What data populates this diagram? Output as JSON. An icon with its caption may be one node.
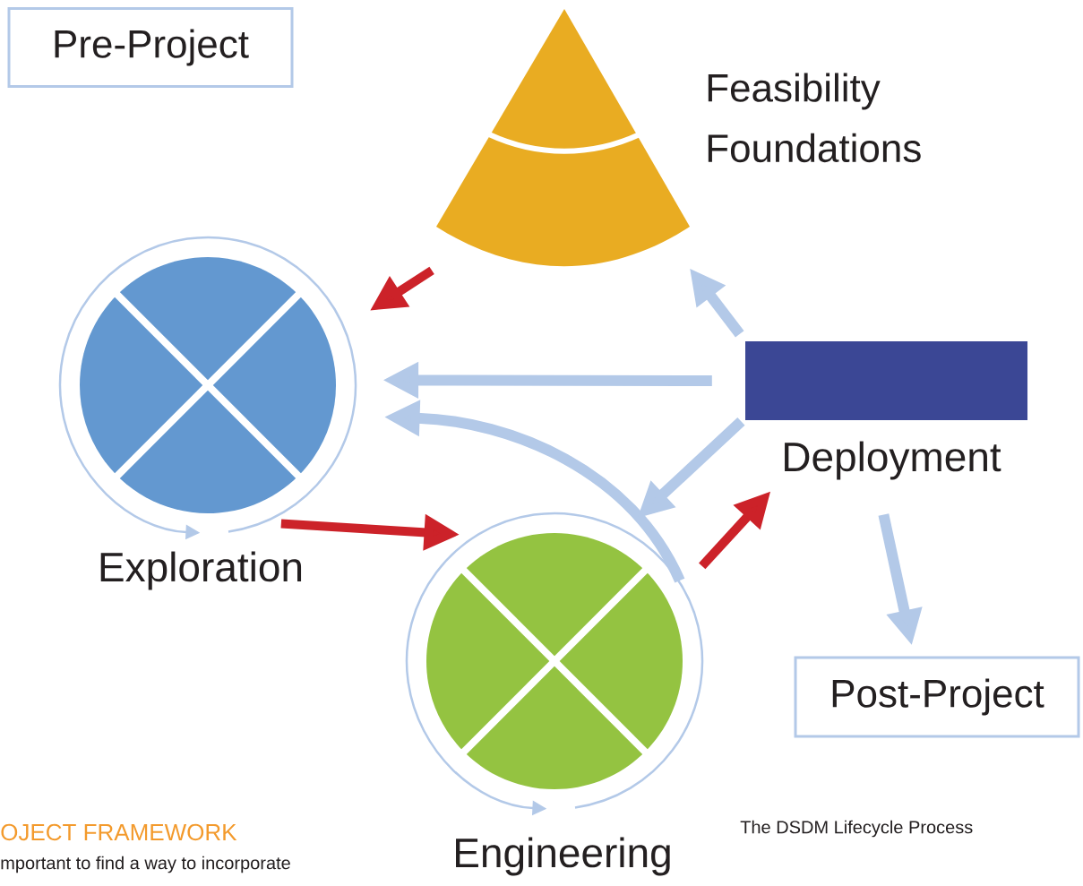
{
  "diagram": {
    "caption": "The DSDM Lifecycle Process",
    "nodes": [
      {
        "text": [
          "Pre-Project"
        ]
      },
      {
        "text": [
          "Feasibility",
          "Foundations"
        ]
      },
      {
        "text": [
          "Exploration"
        ]
      },
      {
        "text": [
          "Engineering"
        ]
      },
      {
        "text": [
          "Deployment"
        ]
      },
      {
        "text": [
          "Post-Project"
        ]
      }
    ],
    "edges": [
      {
        "from": 1,
        "to": 2,
        "arrow": "to",
        "color": "#cc2229"
      },
      {
        "from": 2,
        "to": 3,
        "arrow": "to",
        "color": "#cc2229"
      },
      {
        "from": 3,
        "to": 4,
        "arrow": "to",
        "color": "#cc2229"
      },
      {
        "from": 4,
        "to": 1,
        "arrow": "to"
      },
      {
        "from": 4,
        "to": 2,
        "arrow": "to"
      },
      {
        "from": 3,
        "to": 2,
        "arrow": "to"
      },
      {
        "from": 4,
        "to": 3,
        "arrow": "to"
      },
      {
        "from": 4,
        "to": 5,
        "arrow": "to"
      }
    ],
    "labels": [
      "OJECT FRAMEWORK",
      "mportant to find a way to incorporate"
    ]
  }
}
